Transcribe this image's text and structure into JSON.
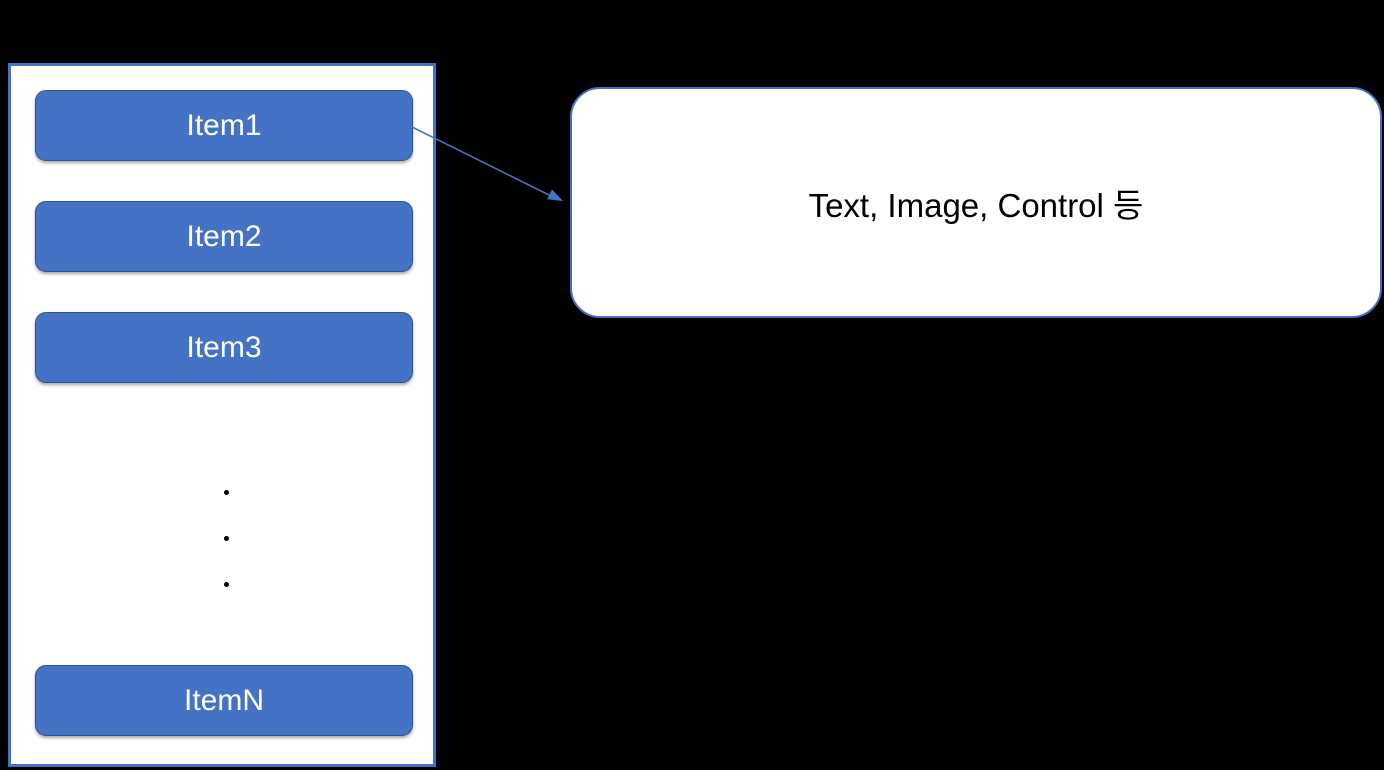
{
  "slide": {
    "background_color": "#000000"
  },
  "list_panel": {
    "items": [
      {
        "label": "Item1"
      },
      {
        "label": "Item2"
      },
      {
        "label": "Item3"
      }
    ],
    "ellipsis_dot_count": 3,
    "last_item": {
      "label": "ItemN"
    },
    "colors": {
      "panel_fill": "#FFFFFF",
      "panel_border": "#4472C4",
      "item_fill": "#4472C4",
      "item_border": "#2F5597",
      "item_text": "#FFFFFF",
      "dot": "#000000"
    }
  },
  "callout": {
    "label": "Text, Image, Control 등",
    "colors": {
      "fill": "#FFFFFF",
      "border": "#4472C4",
      "text": "#000000"
    }
  },
  "arrow": {
    "color": "#4472C4"
  }
}
